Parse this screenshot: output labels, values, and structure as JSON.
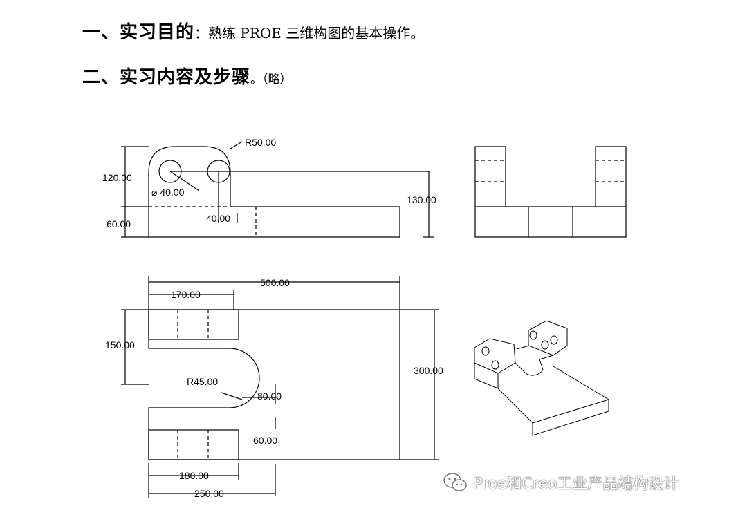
{
  "headings": [
    {
      "title": "一、实习目的",
      "rest": "：熟练 PROE 三维构图的基本操作。"
    },
    {
      "title": "二、实习内容及步骤",
      "rest": "。（略）"
    }
  ],
  "dims": {
    "r50": "R50.00",
    "h120": "120.00",
    "dia40": "⌀ 40.00",
    "h60": "60.00",
    "d40": "40.00",
    "h130": "130.00",
    "w500": "500.00",
    "w170": "170.00",
    "h150": "150.00",
    "h300": "300.00",
    "r45": "R45.00",
    "d80": "80.00",
    "d60b": "60.00",
    "w180": "180.00",
    "w250": "250.00"
  },
  "watermark": {
    "text": "Proe和Creo工业产品结构设计",
    "icon": "wechat-icon"
  }
}
